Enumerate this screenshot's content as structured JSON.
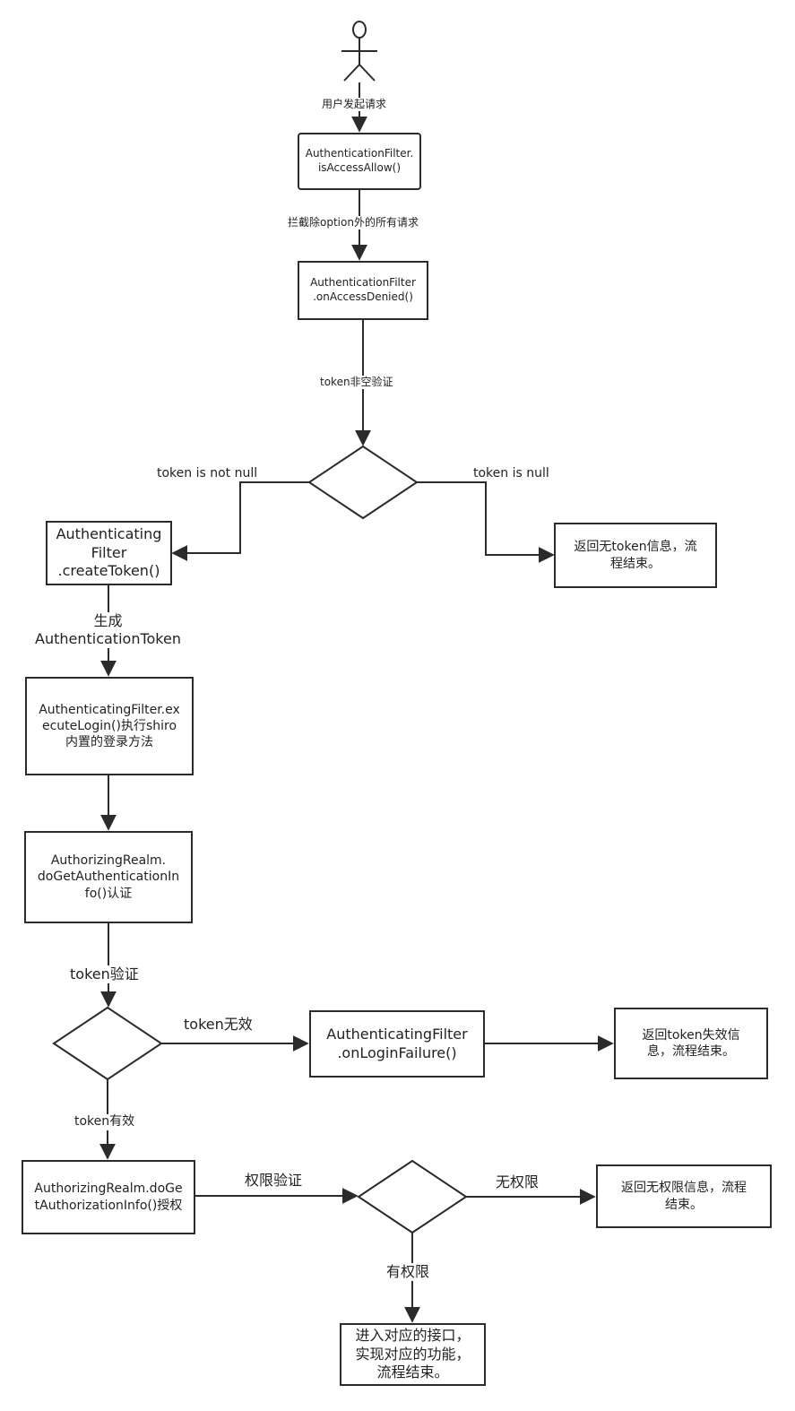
{
  "nodes": {
    "is_access_allow": "AuthenticationFilter.\nisAccessAllow()",
    "on_access_denied": "AuthenticationFilter\n.onAccessDenied()",
    "create_token": "Authenticating\nFilter\n.createToken()",
    "no_token": "返回无token信息，流\n程结束。",
    "execute_login": "AuthenticatingFilter.ex\necuteLogin()执行shiro\n内置的登录方法",
    "do_get_authentication_info": "AuthorizingRealm.\ndoGetAuthenticationIn\nfo()认证",
    "on_login_failure": "AuthenticatingFilter\n.onLoginFailure()",
    "token_invalid_result": "返回token失效信\n息，流程结束。",
    "do_get_authorization_info": "AuthorizingRealm.doGe\ntAuthorizationInfo()授权",
    "no_permission_result": "返回无权限信息，流程\n结束。",
    "success_result": "进入对应的接口，\n实现对应的功能，\n流程结束。"
  },
  "edges": {
    "user_request": "用户发起请求",
    "intercept": "拦截除option外的所有请求",
    "token_check": "token非空验证",
    "not_null": "token is not null",
    "is_null": "token is null",
    "generate": "生成\nAuthenticationToken",
    "token_verify": "token验证",
    "token_invalid": "token无效",
    "token_valid": "token有效",
    "permission_check": "权限验证",
    "no_permission": "无权限",
    "has_permission": "有权限"
  }
}
